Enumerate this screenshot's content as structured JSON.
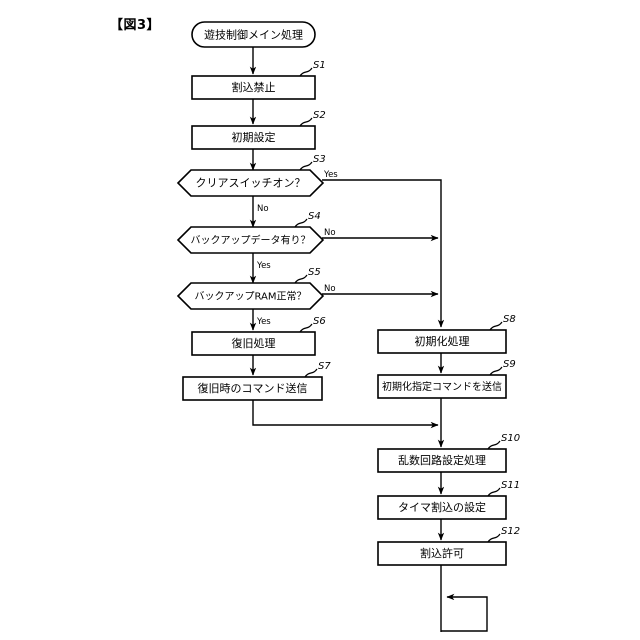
{
  "figure": {
    "title": "【図3】",
    "start_node": "遊技制御メイン処理",
    "end_loop": "loop-back"
  },
  "nodes": [
    {
      "id": "start",
      "type": "terminator",
      "label": "遊技制御メイン処理",
      "step": ""
    },
    {
      "id": "s1",
      "type": "process",
      "label": "割込禁止",
      "step": "S1"
    },
    {
      "id": "s2",
      "type": "process",
      "label": "初期設定",
      "step": "S2"
    },
    {
      "id": "s3",
      "type": "decision",
      "label": "クリアスイッチオン？",
      "step": "S3"
    },
    {
      "id": "s4",
      "type": "decision",
      "label": "バックアップデータ有り？",
      "step": "S4"
    },
    {
      "id": "s5",
      "type": "decision",
      "label": "バックアップRAM正常？",
      "step": "S5"
    },
    {
      "id": "s6",
      "type": "process",
      "label": "復旧処理",
      "step": "S6"
    },
    {
      "id": "s7",
      "type": "process",
      "label": "復旧時のコマンド送信",
      "step": "S7"
    },
    {
      "id": "s8",
      "type": "process",
      "label": "初期化処理",
      "step": "S8"
    },
    {
      "id": "s9",
      "type": "process",
      "label": "初期化指定コマンドを送信",
      "step": "S9"
    },
    {
      "id": "s10",
      "type": "process",
      "label": "乱数回路設定処理",
      "step": "S10"
    },
    {
      "id": "s11",
      "type": "process",
      "label": "タイマ割込の設定",
      "step": "S11"
    },
    {
      "id": "s12",
      "type": "process",
      "label": "割込許可",
      "step": "S12"
    }
  ],
  "branches": [
    {
      "from": "s3",
      "label": "Yes",
      "to": "s8"
    },
    {
      "from": "s3",
      "label": "No",
      "to": "s4"
    },
    {
      "from": "s4",
      "label": "No",
      "to": "s8"
    },
    {
      "from": "s4",
      "label": "Yes",
      "to": "s5"
    },
    {
      "from": "s5",
      "label": "No",
      "to": "s8"
    },
    {
      "from": "s5",
      "label": "Yes",
      "to": "s6"
    }
  ],
  "branch_labels": {
    "s3_yes": "Yes",
    "s3_no": "No",
    "s4_no": "No",
    "s4_yes": "Yes",
    "s5_no": "No",
    "s5_yes": "Yes"
  },
  "colors": {
    "stroke": "#000000",
    "fill": "#ffffff",
    "background": "#ffffff"
  }
}
